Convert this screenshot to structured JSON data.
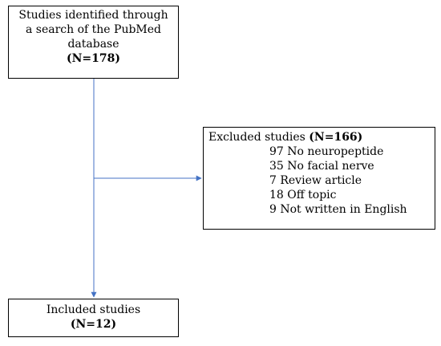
{
  "identified": {
    "lines": [
      "Studies identified through",
      "a search of the PubMed",
      "database"
    ],
    "count": "(N=178)"
  },
  "excluded": {
    "title_prefix": "Excluded studies ",
    "title_count": "(N=166)",
    "reasons": [
      "97 No neuropeptide",
      "35 No facial nerve",
      "7 Review article",
      "18 Off topic",
      "9 Not written in English"
    ]
  },
  "included": {
    "label": "Included studies",
    "count": "(N=12)"
  },
  "colors": {
    "connector": "#4472c4",
    "border": "#000000"
  }
}
